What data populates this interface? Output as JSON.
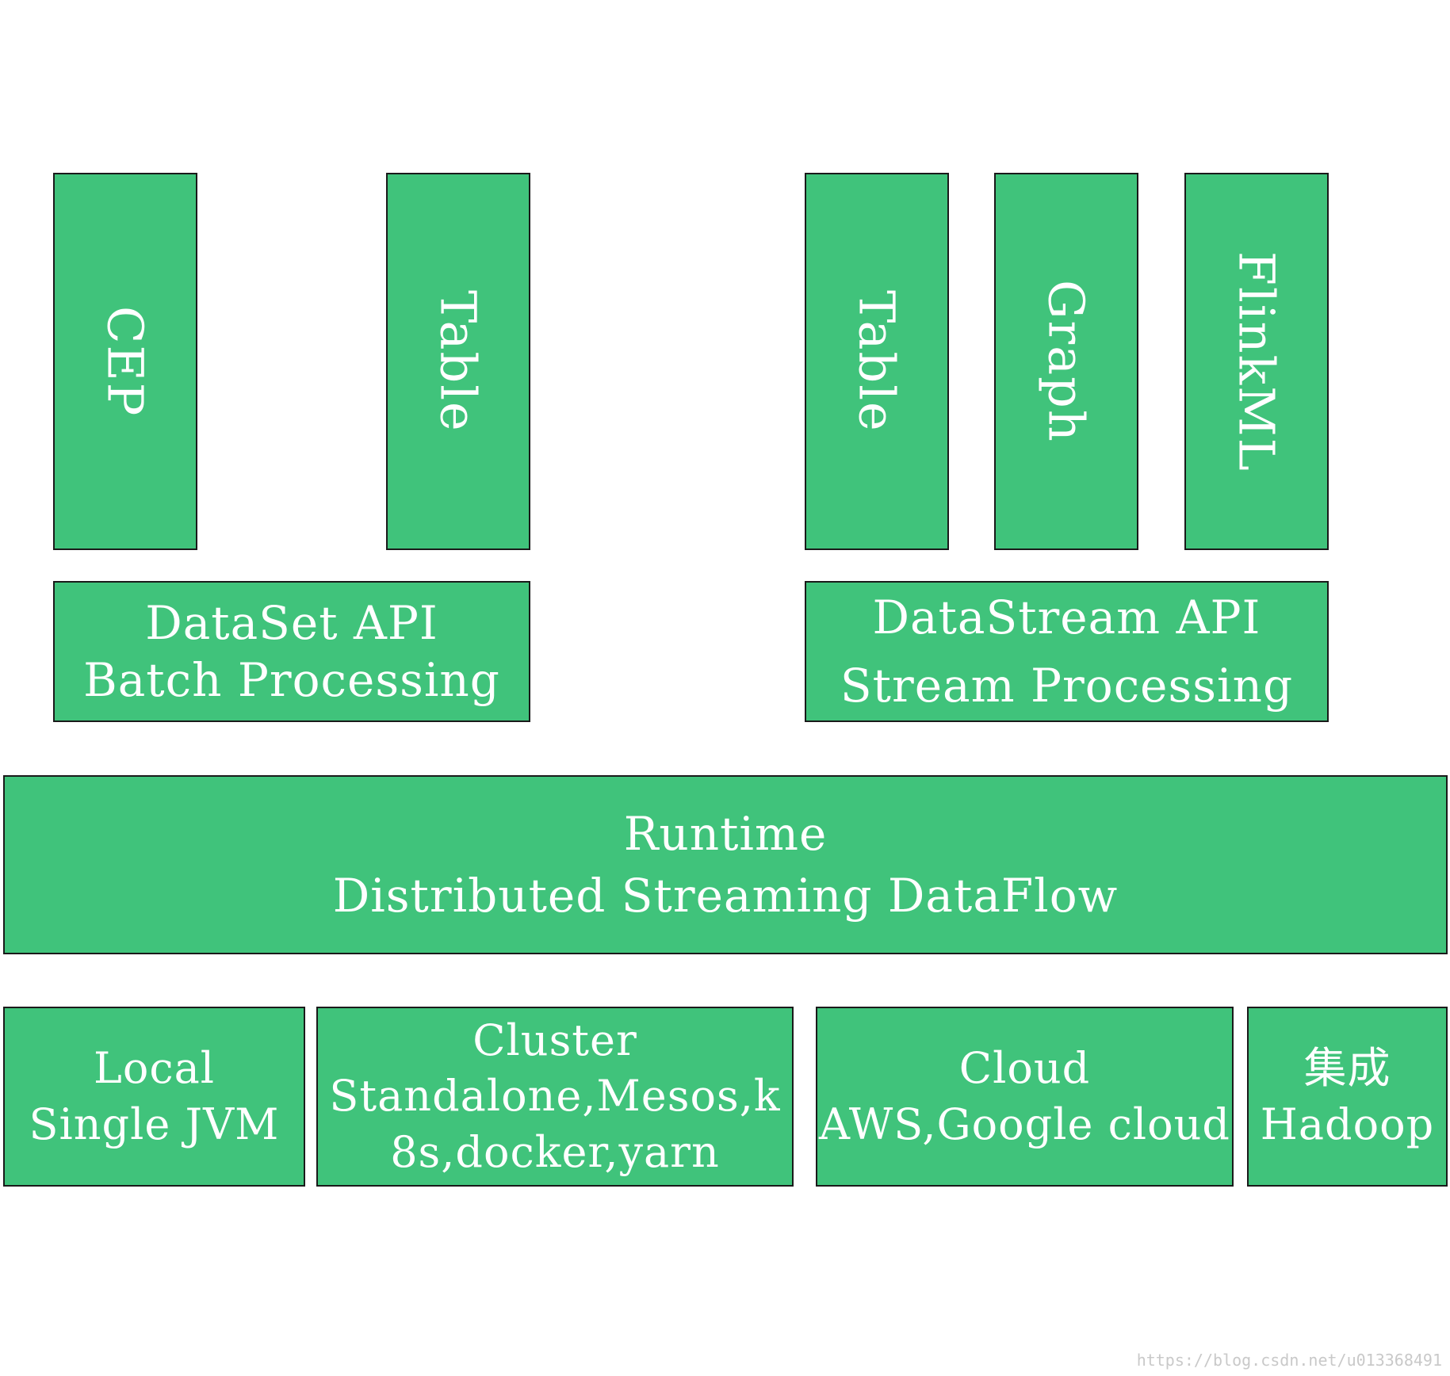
{
  "diagram": {
    "library_layer": {
      "cep": "CEP",
      "dataset_table": "Table",
      "datastream_table": "Table",
      "graph": "Graph",
      "flinkml": "FlinkML"
    },
    "api_layer": {
      "dataset": {
        "line1": "DataSet API",
        "line2": "Batch Processing"
      },
      "datastream": {
        "line1": "DataStream API",
        "line2": "Stream Processing"
      }
    },
    "runtime_layer": {
      "line1": "Runtime",
      "line2": "Distributed Streaming DataFlow"
    },
    "deploy_layer": {
      "local": {
        "line1": "Local",
        "line2": "Single JVM"
      },
      "cluster": {
        "line1": "Cluster",
        "line2": "Standalone,Mesos,k",
        "line3": "8s,docker,yarn"
      },
      "cloud": {
        "line1": "Cloud",
        "line2": "AWS,Google cloud"
      },
      "integration": {
        "line1": "集成",
        "line2": "Hadoop"
      }
    },
    "watermark": "https://blog.csdn.net/u013368491"
  },
  "colors": {
    "box_fill": "#40c37b",
    "box_border": "#1a1a1a",
    "text": "#ffffff"
  }
}
